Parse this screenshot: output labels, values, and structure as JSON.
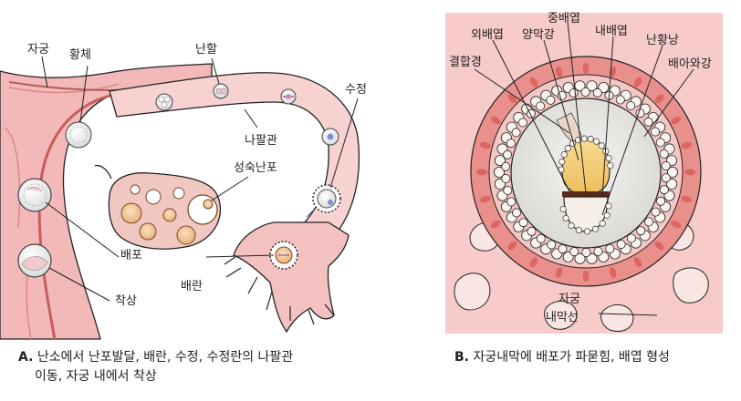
{
  "panel_a": {
    "labels": {
      "uterus": "자궁",
      "corpus_luteum": "황체",
      "ovulation": "난할",
      "oviduct": "나팔관",
      "mature_follicle": "성숙난포",
      "fertilization": "수정",
      "blastocyst": "배포",
      "ovulation2": "배란",
      "implantation": "착상"
    },
    "caption_letter": "A.",
    "caption_line1": "난소에서 난포발달, 배란, 수정, 수정란의 나팔관",
    "caption_line2": "이동, 자궁 내에서 착상"
  },
  "panel_b": {
    "labels": {
      "connecting_stalk": "결합경",
      "ectoderm": "외배엽",
      "amnion": "양막강",
      "mesoderm": "중배엽",
      "endoderm": "내배엽",
      "yolk_sac": "난황낭",
      "chorionic_cavity": "배아와강",
      "uterine_line1": "자궁",
      "uterine_line2": "내막선"
    },
    "caption_letter": "B.",
    "caption_text": "자궁내막에 배포가 파묻힘, 배엽 형성"
  },
  "colors": {
    "tissue_pink": "#f3b9b8",
    "tissue_dark": "#e3807d",
    "oviduct_pink": "#f7d2d0",
    "panel_bg": "#f6cbc9",
    "embryo_yellow": "#f3cf7e",
    "embryo_cavity": "#eceae6"
  }
}
